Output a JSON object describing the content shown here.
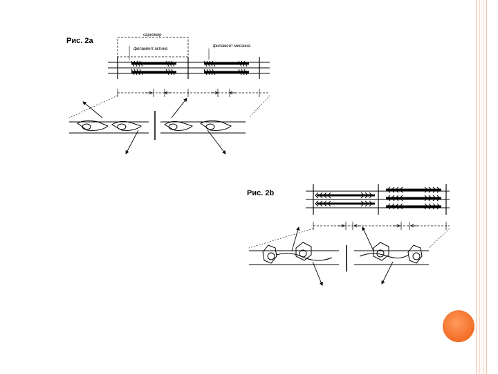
{
  "figure_a": {
    "label": "Рис. 2a",
    "sarcomere_label": "саркомер",
    "actin_label": "филамент актина",
    "myosin_label": "филамент миозина"
  },
  "figure_b": {
    "label": "Рис. 2b"
  },
  "colors": {
    "frame": "#f2c3ad",
    "accent_dot": "#f36d26",
    "ink": "#000000"
  }
}
